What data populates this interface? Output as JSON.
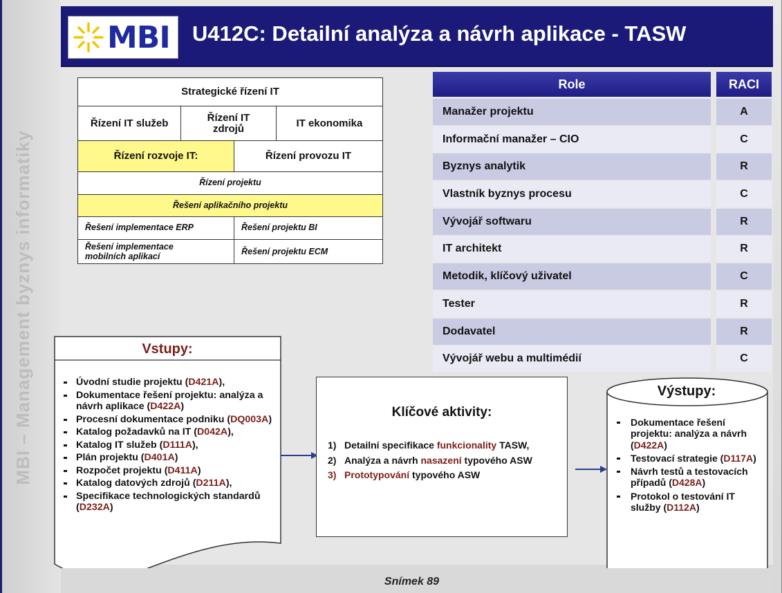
{
  "side_label": "MBI – Management byznys informatiky",
  "header": {
    "logo_text": "MBI",
    "title": "U412C: Detailní analýza a návrh aplikace - TASW"
  },
  "framework": {
    "row1": "Strategické řízení IT",
    "row2": [
      "Řízení IT služeb",
      "Řízení IT zdrojů",
      "IT ekonomika"
    ],
    "row3": [
      "Řízení rozvoje IT:",
      "Řízení provozu IT"
    ],
    "row4": "Řízení projektu",
    "row5": "Řešení aplikačního projektu",
    "row6": [
      "Řešení implementace ERP",
      "Řešení projektu BI"
    ],
    "row7": [
      "Řešení implementace mobilních aplikací",
      "Řešení projektu ECM"
    ]
  },
  "raci": {
    "header_role": "Role",
    "header_raci": "RACI",
    "rows": [
      {
        "role": "Manažer projektu",
        "raci": "A"
      },
      {
        "role": "Informační manažer – CIO",
        "raci": "C"
      },
      {
        "role": "Byznys analytik",
        "raci": "R"
      },
      {
        "role": "Vlastník byznys procesu",
        "raci": "C"
      },
      {
        "role": "Vývojář softwaru",
        "raci": "R"
      },
      {
        "role": "IT architekt",
        "raci": "R"
      },
      {
        "role": "Metodik, klíčový uživatel",
        "raci": "C"
      },
      {
        "role": "Tester",
        "raci": "R"
      },
      {
        "role": "Dodavatel",
        "raci": "R"
      },
      {
        "role": "Vývojář webu a multimédií",
        "raci": "C"
      }
    ]
  },
  "inputs": {
    "title": "Vstupy:",
    "items": [
      {
        "text": "Úvodní studie projektu (",
        "code": "D421A",
        "tail": "),"
      },
      {
        "text": "Dokumentace řešení projektu: analýza a návrh aplikace (",
        "code": "D422A",
        "tail": ")"
      },
      {
        "text": "Procesní dokumentace podniku (",
        "code": "DQ003A",
        "tail": ")"
      },
      {
        "text": "Katalog požadavků na IT (",
        "code": "D042A",
        "tail": "),"
      },
      {
        "text": "Katalog IT služeb (",
        "code": "D111A",
        "tail": "),"
      },
      {
        "text": "Plán projektu (",
        "code": "D401A",
        "tail": ")"
      },
      {
        "text": "Rozpočet projektu (",
        "code": "D411A",
        "tail": ")"
      },
      {
        "text": "Katalog datových zdrojů (",
        "code": "D211A",
        "tail": "),"
      },
      {
        "text": "Specifikace technologických standardů (",
        "code": "D232A",
        "tail": ")"
      }
    ]
  },
  "activities": {
    "title": "Klíčové aktivity:",
    "items": [
      {
        "num": "1)",
        "a": "Detailní specifikace ",
        "b": "funkcionality",
        "c": " TASW,"
      },
      {
        "num": "2)",
        "a": "Analýza a návrh ",
        "b": "nasazení",
        "c": " typového ASW"
      },
      {
        "num": "3)",
        "a": "",
        "b": "Prototypování",
        "c": " typového ASW"
      }
    ]
  },
  "outputs": {
    "title": "Výstupy:",
    "items": [
      {
        "text": "Dokumentace řešení projektu: analýza a návrh (",
        "code": "D422A",
        "tail": ")"
      },
      {
        "text": "Testovací strategie (",
        "code": "D117A",
        "tail": ")"
      },
      {
        "text": "Návrh testů a testovacích případů (",
        "code": "D428A",
        "tail": ")"
      },
      {
        "text": "Protokol o testování IT služby (",
        "code": "D112A",
        "tail": ")"
      }
    ]
  },
  "footer": "Snímek 89",
  "colors": {
    "header_bg": "#1c1a79",
    "accent_code": "#7a1f1a",
    "highlight_yellow": "#fff88a",
    "raci_row_dark": "#c9cbe3",
    "raci_row_light": "#e9eaf4"
  }
}
